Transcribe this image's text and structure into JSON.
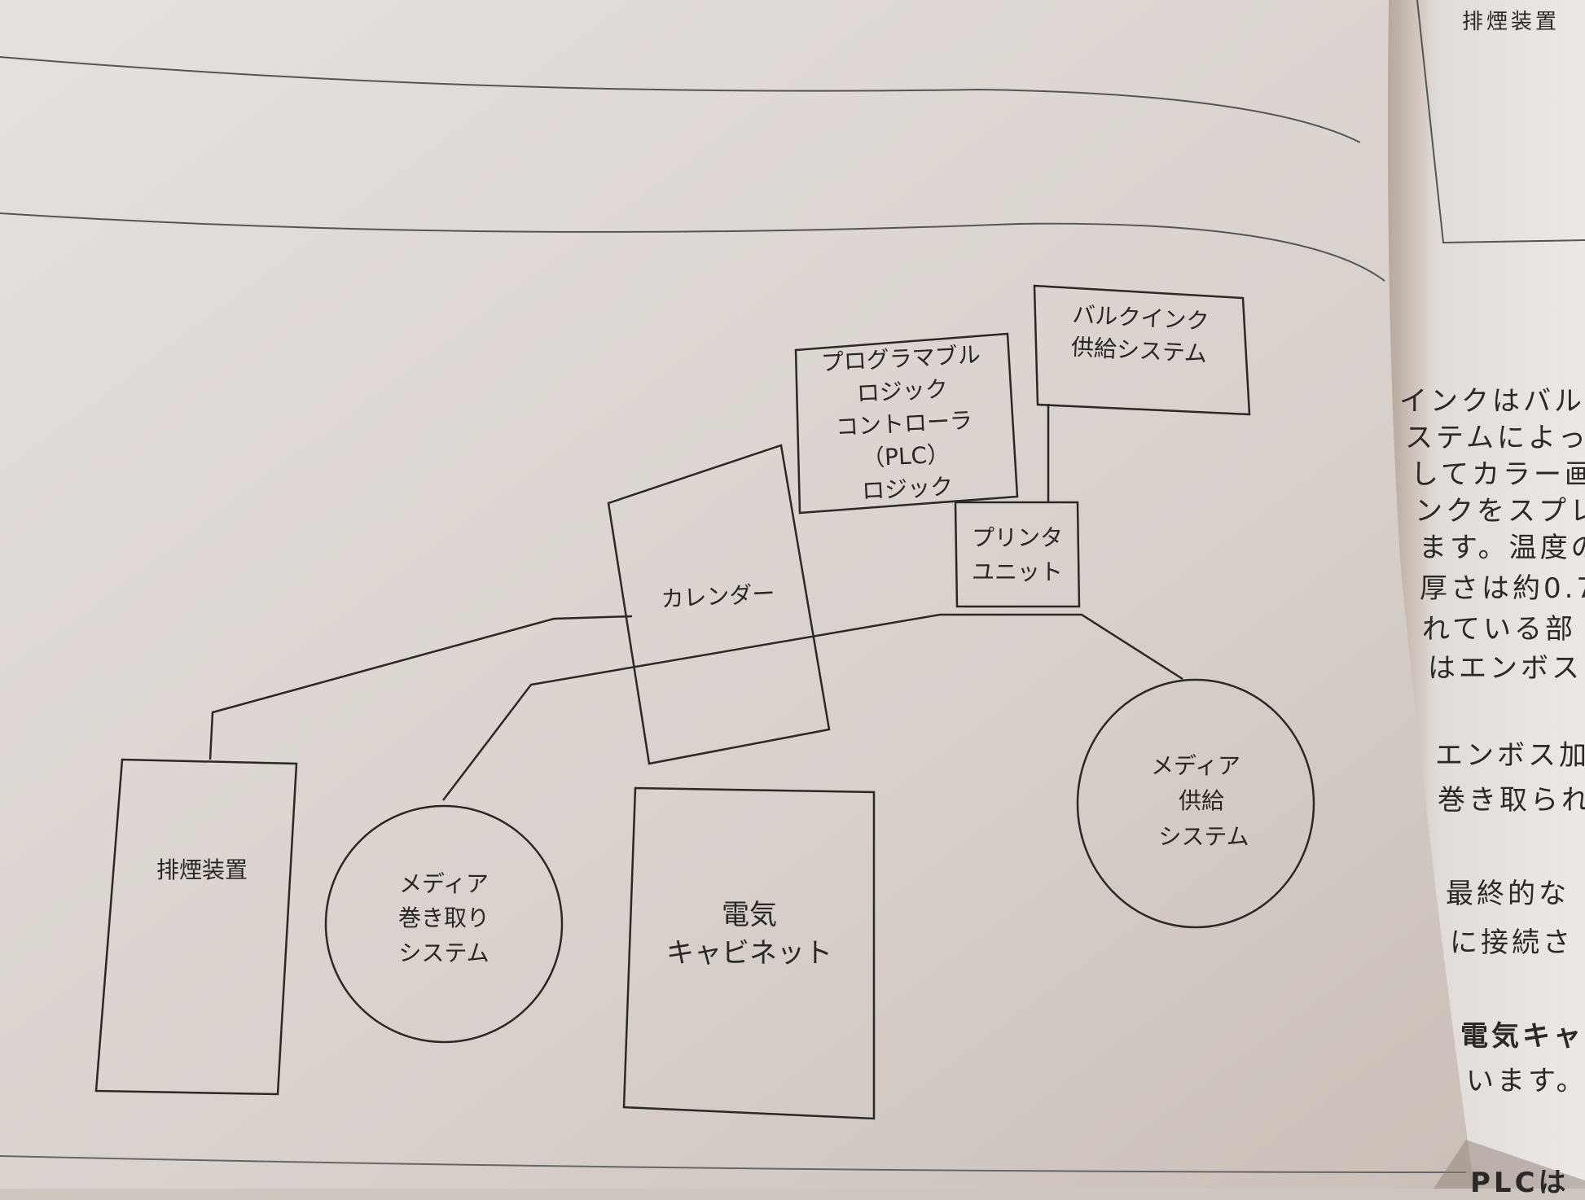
{
  "diagram": {
    "nodes": [
      {
        "id": "bulk-ink",
        "lines": [
          "バルクインク",
          "供給システム"
        ]
      },
      {
        "id": "plc",
        "lines": [
          "プログラマブル",
          "ロジック",
          "コントローラ",
          "（PLC）",
          "ロジック"
        ]
      },
      {
        "id": "printer-unit",
        "lines": [
          "プリンタ",
          "ユニット"
        ]
      },
      {
        "id": "calender",
        "lines": [
          "カレンダー"
        ]
      },
      {
        "id": "exhaust",
        "lines": [
          "排煙装置"
        ]
      },
      {
        "id": "media-winding",
        "lines": [
          "メディア",
          "巻き取り",
          "システム"
        ]
      },
      {
        "id": "electrical-cabinet",
        "lines": [
          "電気",
          "キャビネット"
        ]
      },
      {
        "id": "media-supply",
        "lines": [
          "メディア",
          "供給",
          "システム"
        ]
      }
    ]
  },
  "right_page": {
    "box_label": "排煙装置",
    "lines": [
      "インクはバル",
      "ステムによっ",
      "してカラー画",
      "ンクをスプレ",
      "ます。温度の",
      "厚さは約0.7",
      "れている部",
      "はエンボス",
      "エンボス加",
      "巻き取られ",
      "最終的な",
      "に接続さ",
      "電気キャ",
      "います。",
      "PLCは"
    ]
  }
}
